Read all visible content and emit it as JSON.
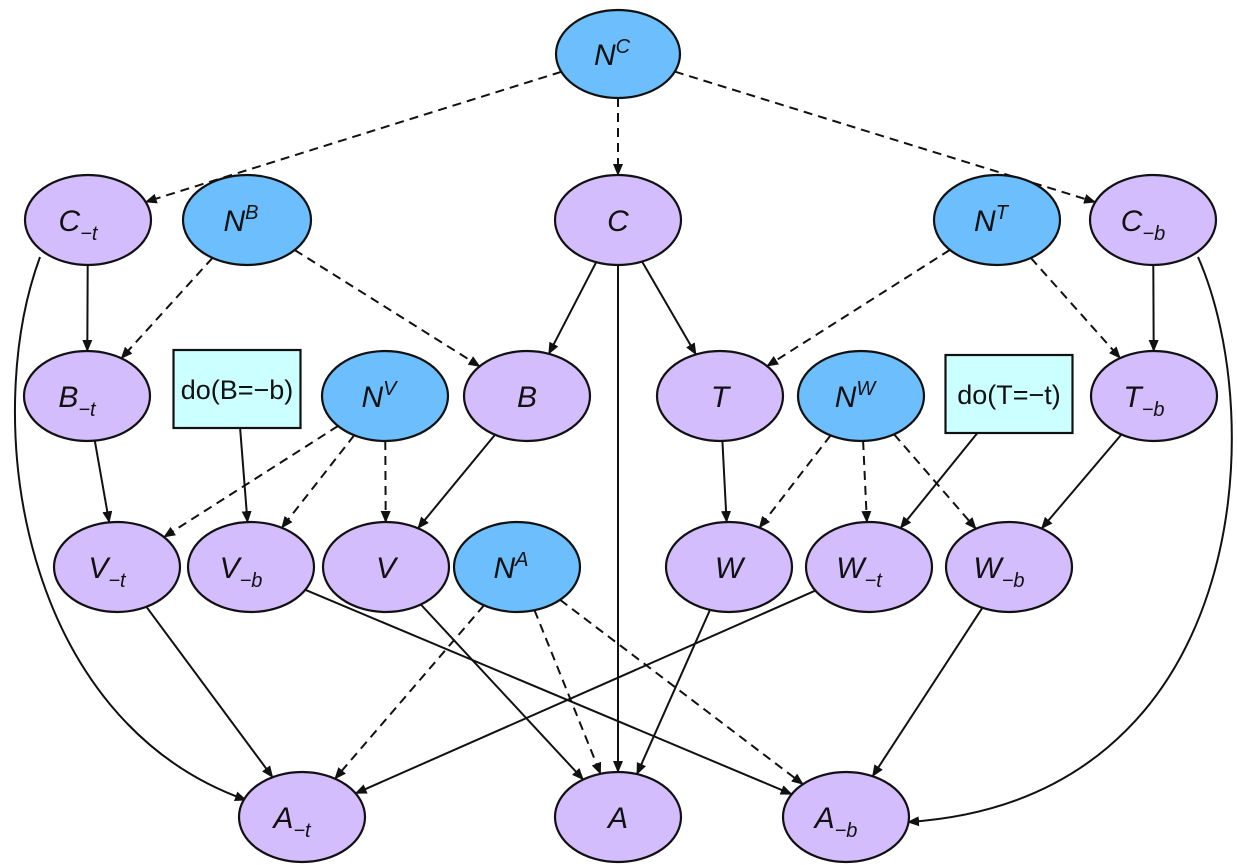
{
  "diagram": {
    "type": "causal-graph",
    "colors": {
      "noise_node": "#6cbefc",
      "variable_node": "#d4bdfd",
      "intervention_box": "#ccffff",
      "edge": "#111111",
      "background": "#ffffff"
    },
    "nodes": [
      {
        "id": "NC",
        "kind": "noise",
        "base": "N",
        "sup": "C",
        "sub": ""
      },
      {
        "id": "C_t",
        "kind": "variable",
        "base": "C",
        "sup": "",
        "sub": "−t"
      },
      {
        "id": "NB",
        "kind": "noise",
        "base": "N",
        "sup": "B",
        "sub": ""
      },
      {
        "id": "C",
        "kind": "variable",
        "base": "C",
        "sup": "",
        "sub": ""
      },
      {
        "id": "NT",
        "kind": "noise",
        "base": "N",
        "sup": "T",
        "sub": ""
      },
      {
        "id": "C_b",
        "kind": "variable",
        "base": "C",
        "sup": "",
        "sub": "−b"
      },
      {
        "id": "B_t",
        "kind": "variable",
        "base": "B",
        "sup": "",
        "sub": "−t"
      },
      {
        "id": "doB",
        "kind": "intervention",
        "text": "do(B=−b)"
      },
      {
        "id": "NV",
        "kind": "noise",
        "base": "N",
        "sup": "V",
        "sub": ""
      },
      {
        "id": "B",
        "kind": "variable",
        "base": "B",
        "sup": "",
        "sub": ""
      },
      {
        "id": "T",
        "kind": "variable",
        "base": "T",
        "sup": "",
        "sub": ""
      },
      {
        "id": "NW",
        "kind": "noise",
        "base": "N",
        "sup": "W",
        "sub": ""
      },
      {
        "id": "doT",
        "kind": "intervention",
        "text": "do(T=−t)"
      },
      {
        "id": "T_b",
        "kind": "variable",
        "base": "T",
        "sup": "",
        "sub": "−b"
      },
      {
        "id": "V_t",
        "kind": "variable",
        "base": "V",
        "sup": "",
        "sub": "−t"
      },
      {
        "id": "V_b",
        "kind": "variable",
        "base": "V",
        "sup": "",
        "sub": "−b"
      },
      {
        "id": "V",
        "kind": "variable",
        "base": "V",
        "sup": "",
        "sub": ""
      },
      {
        "id": "NA",
        "kind": "noise",
        "base": "N",
        "sup": "A",
        "sub": ""
      },
      {
        "id": "W",
        "kind": "variable",
        "base": "W",
        "sup": "",
        "sub": ""
      },
      {
        "id": "W_t",
        "kind": "variable",
        "base": "W",
        "sup": "",
        "sub": "−t"
      },
      {
        "id": "W_b",
        "kind": "variable",
        "base": "W",
        "sup": "",
        "sub": "−b"
      },
      {
        "id": "A_t",
        "kind": "variable",
        "base": "A",
        "sup": "",
        "sub": "−t"
      },
      {
        "id": "A",
        "kind": "variable",
        "base": "A",
        "sup": "",
        "sub": ""
      },
      {
        "id": "A_b",
        "kind": "variable",
        "base": "A",
        "sup": "",
        "sub": "−b"
      }
    ],
    "edges": [
      {
        "from": "NC",
        "to": "C_t",
        "style": "dashed"
      },
      {
        "from": "NC",
        "to": "C",
        "style": "dashed"
      },
      {
        "from": "NC",
        "to": "C_b",
        "style": "dashed"
      },
      {
        "from": "C_t",
        "to": "B_t",
        "style": "solid"
      },
      {
        "from": "NB",
        "to": "B_t",
        "style": "dashed"
      },
      {
        "from": "NB",
        "to": "B",
        "style": "dashed"
      },
      {
        "from": "C",
        "to": "B",
        "style": "solid"
      },
      {
        "from": "C",
        "to": "T",
        "style": "solid"
      },
      {
        "from": "C",
        "to": "A",
        "style": "solid"
      },
      {
        "from": "NT",
        "to": "T",
        "style": "dashed"
      },
      {
        "from": "NT",
        "to": "T_b",
        "style": "dashed"
      },
      {
        "from": "C_b",
        "to": "T_b",
        "style": "solid"
      },
      {
        "from": "C_t",
        "to": "A_t",
        "style": "solid",
        "curved": true
      },
      {
        "from": "C_b",
        "to": "A_b",
        "style": "solid",
        "curved": true
      },
      {
        "from": "B_t",
        "to": "V_t",
        "style": "solid"
      },
      {
        "from": "doB",
        "to": "V_b",
        "style": "solid"
      },
      {
        "from": "NV",
        "to": "V_t",
        "style": "dashed"
      },
      {
        "from": "NV",
        "to": "V_b",
        "style": "dashed"
      },
      {
        "from": "NV",
        "to": "V",
        "style": "dashed"
      },
      {
        "from": "B",
        "to": "V",
        "style": "solid"
      },
      {
        "from": "T",
        "to": "W",
        "style": "solid"
      },
      {
        "from": "NW",
        "to": "W",
        "style": "dashed"
      },
      {
        "from": "NW",
        "to": "W_t",
        "style": "dashed"
      },
      {
        "from": "NW",
        "to": "W_b",
        "style": "dashed"
      },
      {
        "from": "doT",
        "to": "W_t",
        "style": "solid"
      },
      {
        "from": "T_b",
        "to": "W_b",
        "style": "solid"
      },
      {
        "from": "V_t",
        "to": "A_t",
        "style": "solid"
      },
      {
        "from": "V_b",
        "to": "A_b",
        "style": "solid"
      },
      {
        "from": "V",
        "to": "A",
        "style": "solid"
      },
      {
        "from": "NA",
        "to": "A_t",
        "style": "dashed"
      },
      {
        "from": "NA",
        "to": "A",
        "style": "dashed"
      },
      {
        "from": "NA",
        "to": "A_b",
        "style": "dashed"
      },
      {
        "from": "W",
        "to": "A",
        "style": "solid"
      },
      {
        "from": "W_t",
        "to": "A_t",
        "style": "solid"
      },
      {
        "from": "W_b",
        "to": "A_b",
        "style": "solid"
      }
    ]
  }
}
